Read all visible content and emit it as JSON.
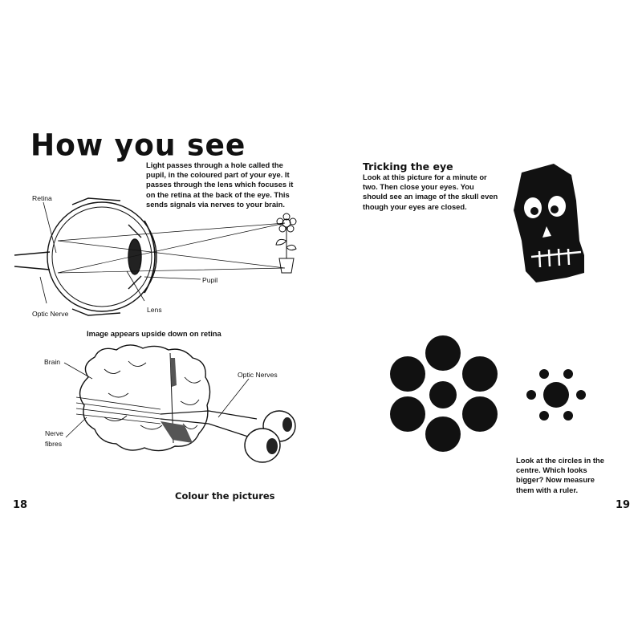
{
  "left_page": {
    "title": "How you see",
    "intro": "Light passes through a hole called the pupil, in the coloured part of your eye. It passes through the lens which focuses it on the retina at the back of the eye. This sends signals via nerves to your brain.",
    "eye_labels": {
      "retina": "Retina",
      "pupil": "Pupil",
      "optic_nerve": "Optic Nerve",
      "lens": "Lens"
    },
    "eye_caption": "Image appears upside down on retina",
    "brain_labels": {
      "brain": "Brain",
      "optic_nerves": "Optic Nerves",
      "nerve_fibres_line1": "Nerve",
      "nerve_fibres_line2": "fibres"
    },
    "footer": "Colour the pictures",
    "page_number": "18"
  },
  "right_page": {
    "heading": "Tricking the eye",
    "instructions": "Look at this picture for a minute or two. Then close your eyes. You should see an image of the skull even though your eyes are closed.",
    "circles_text": "Look at the circles in the centre. Which looks bigger? Now measure them with a ruler.",
    "page_number": "19"
  },
  "colors": {
    "ink": "#111111",
    "paper": "#ffffff"
  }
}
